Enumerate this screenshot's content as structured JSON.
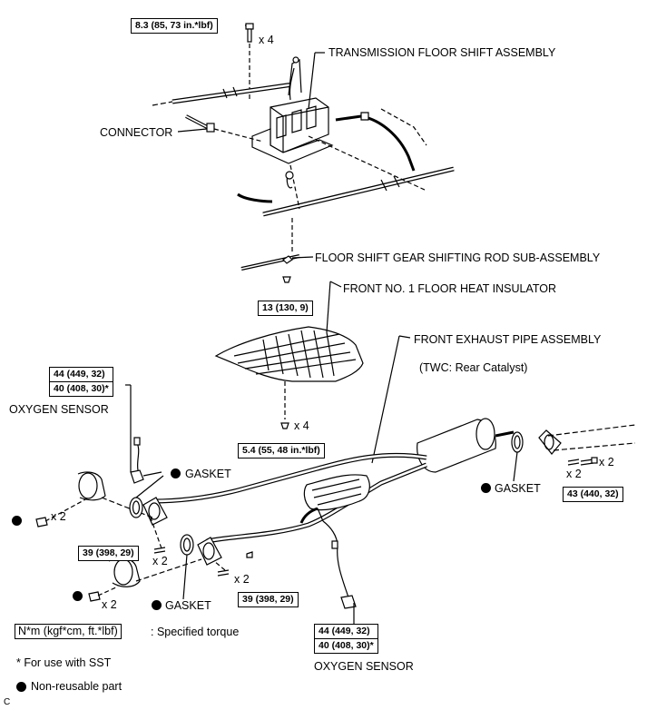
{
  "labels": {
    "transmission": "TRANSMISSION FLOOR SHIFT ASSEMBLY",
    "connector": "CONNECTOR",
    "shift_rod": "FLOOR SHIFT GEAR SHIFTING ROD SUB-ASSEMBLY",
    "heat_insulator": "FRONT NO. 1 FLOOR HEAT INSULATOR",
    "exhaust_pipe": "FRONT EXHAUST PIPE ASSEMBLY",
    "twc": "(TWC: Rear Catalyst)",
    "oxygen_sensor_upper": "OXYGEN SENSOR",
    "oxygen_sensor_lower": "OXYGEN SENSOR",
    "gasket_1": "GASKET",
    "gasket_2": "GASKET",
    "gasket_3": "GASKET"
  },
  "torques": {
    "t_shift_bolt": "8.3 (85, 73 in.*lbf)",
    "t_rod": "13 (130, 9)",
    "t_insulator": "5.4 (55, 48 in.*lbf)",
    "t_o2_upper_a": "44 (449, 32)",
    "t_o2_upper_b": "40 (408, 30)*",
    "t_front_bolt": "39 (398, 29)",
    "t_front_bolt_2": "39 (398, 29)",
    "t_rear_bolt": "43 (440, 32)",
    "t_o2_lower_a": "44 (449, 32)",
    "t_o2_lower_b": "40 (408, 30)*"
  },
  "multipliers": {
    "m_shift": "x 4",
    "m_insulator": "x 4",
    "m_left_nut": "x 2",
    "m_front_bolt": "x 2",
    "m_left_nut_2": "x 2",
    "m_front_bolt_2": "x 2",
    "m_rear_1": "x 2",
    "m_rear_2": "x 2"
  },
  "legend": {
    "unit": "N*m (kgf*cm, ft.*lbf)",
    "unit_desc": ": Specified torque",
    "sst_note": "* For use with SST",
    "non_reusable": "Non-reusable part",
    "figure_code": "C"
  },
  "colors": {
    "line": "#000000",
    "background": "#ffffff"
  }
}
